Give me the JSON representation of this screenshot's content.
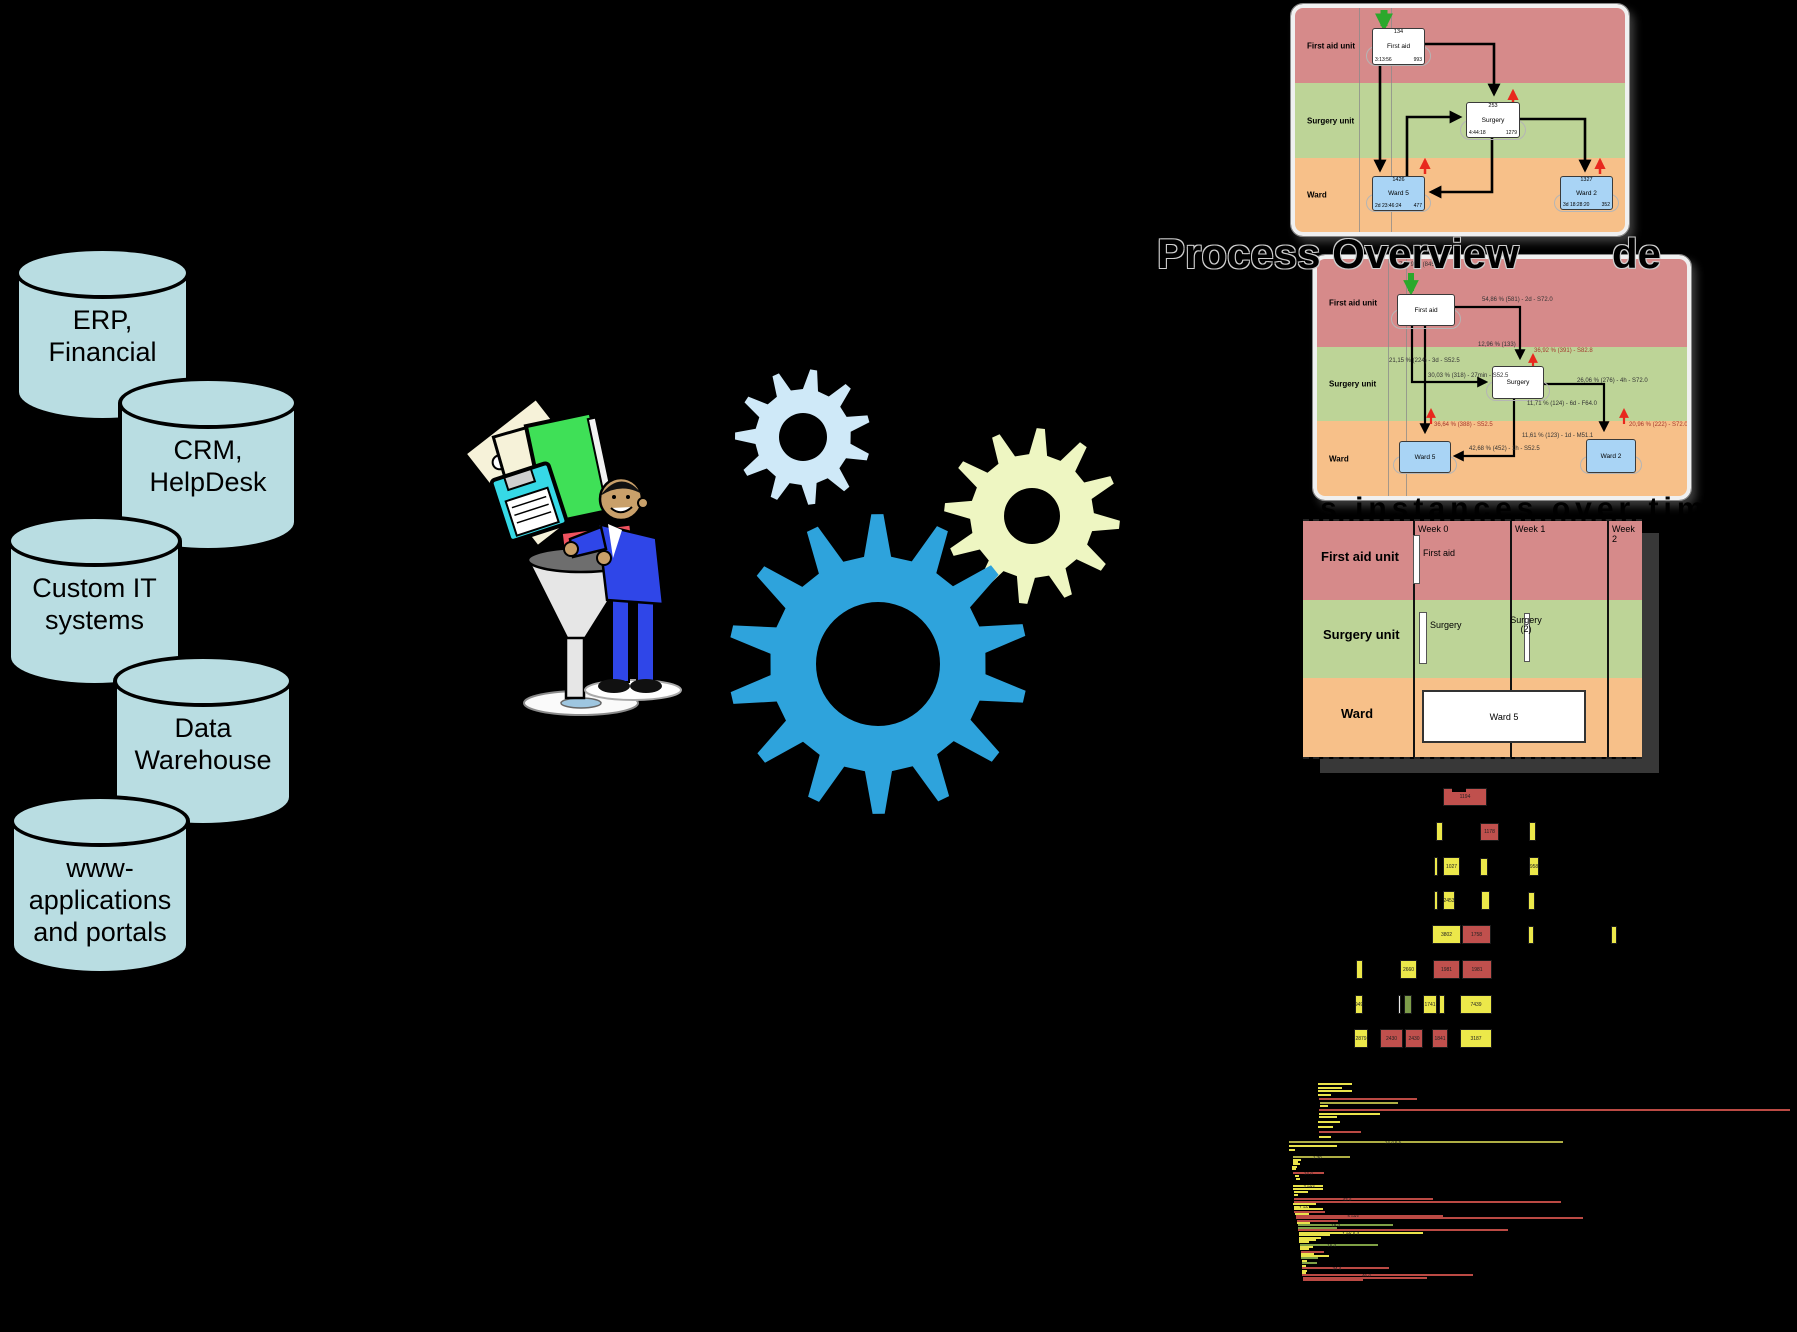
{
  "sources": {
    "databases": [
      {
        "label": "ERP,\nFinancial"
      },
      {
        "label": "CRM,\nHelpDesk"
      },
      {
        "label": "Custom IT\nsystems"
      },
      {
        "label": "Data\nWarehouse"
      },
      {
        "label": "www-\napplications\nand portals"
      }
    ],
    "cylinder_color": "#b9dde2"
  },
  "gears": {
    "colors": {
      "small": "#cfe9f8",
      "medium": "#eef6c2",
      "large": "#2ea3dc"
    }
  },
  "headings": {
    "overview_part1": "Process Overview",
    "overview_part2": "de",
    "timeline": "Process instances over time"
  },
  "panelA": {
    "lanes": [
      "First aid unit",
      "Surgery unit",
      "Ward"
    ],
    "nodes": {
      "first_aid": {
        "count": "134",
        "name": "First aid",
        "duration": "3:13:56",
        "metric": "993"
      },
      "surgery": {
        "count": "253",
        "name": "Surgery",
        "duration": "4:44:18",
        "metric": "1279"
      },
      "ward5": {
        "count": "1426",
        "name": "Ward 5",
        "duration": "2d 23:46:24",
        "metric": "477"
      },
      "ward2": {
        "count": "1327",
        "name": "Ward 2",
        "duration": "3d 18:28:20",
        "metric": "352"
      }
    }
  },
  "panelB": {
    "lanes": [
      "First aid unit",
      "Surgery unit",
      "Ward"
    ],
    "nodes": {
      "first_aid": "First aid",
      "surgery": "Surgery",
      "ward5": "Ward 5",
      "ward2": "Ward 2"
    },
    "labels": {
      "l0": "79,79 % (845)",
      "l1": "54,86 % (581) - 2d - S72.0",
      "l2": "12,96 % (133)",
      "l3": "36,92 % (391) - S82.8",
      "l4": "21,15 % (224) - 3d - S52.5",
      "l5": "30,03 % (318) - 27min - S52.5",
      "l6": "26,06 % (276) - 4h - S72.0",
      "l7": "11,71 % (124) - 6d - F64.0",
      "l8": "36,64 % (388) - S52.5",
      "l9": "20,96 % (222) - S72.0",
      "l10": "11,61 % (123) - 1d - M51.1",
      "l11": "42,68 % (452) - 1h - S52.5"
    }
  },
  "panelC": {
    "lane_labels": [
      "First aid unit",
      "Surgery unit",
      "Ward"
    ],
    "weeks": [
      "Week 0",
      "Week 1",
      "Week 2"
    ],
    "events": {
      "first_aid": "First aid",
      "surgery_1": "Surgery",
      "surgery_2": "Surgery\n(2)",
      "ward_5": "Ward 5"
    }
  },
  "panelD": {
    "colors": {
      "y": "#ece84a",
      "r": "#c0504d",
      "g": "#7d9c4a",
      "w": "#e8e8e8"
    },
    "boxes": [
      [
        1443,
        788,
        44,
        18,
        "r",
        "1194"
      ],
      [
        1436,
        822,
        7,
        19,
        "y",
        ""
      ],
      [
        1480,
        823,
        19,
        18,
        "r",
        "1178"
      ],
      [
        1529,
        822,
        7,
        19,
        "y",
        ""
      ],
      [
        1434,
        857,
        4,
        19,
        "y",
        ""
      ],
      [
        1443,
        857,
        17,
        19,
        "y",
        "1027"
      ],
      [
        1480,
        858,
        8,
        18,
        "y",
        ""
      ],
      [
        1529,
        857,
        10,
        19,
        "y",
        "958"
      ],
      [
        1434,
        891,
        4,
        19,
        "y",
        ""
      ],
      [
        1443,
        891,
        12,
        19,
        "y",
        "2453"
      ],
      [
        1481,
        891,
        9,
        19,
        "y",
        ""
      ],
      [
        1528,
        892,
        7,
        18,
        "y",
        ""
      ],
      [
        1432,
        925,
        29,
        19,
        "y",
        "3802"
      ],
      [
        1462,
        925,
        29,
        19,
        "r",
        "1758"
      ],
      [
        1528,
        926,
        6,
        18,
        "y",
        ""
      ],
      [
        1611,
        926,
        6,
        18,
        "y",
        ""
      ],
      [
        1356,
        960,
        7,
        19,
        "y",
        ""
      ],
      [
        1400,
        960,
        17,
        19,
        "y",
        "2660"
      ],
      [
        1433,
        960,
        27,
        19,
        "r",
        "1981"
      ],
      [
        1462,
        960,
        30,
        19,
        "r",
        "1981"
      ],
      [
        1355,
        995,
        8,
        19,
        "y",
        "949"
      ],
      [
        1398,
        995,
        3,
        19,
        "w",
        ""
      ],
      [
        1404,
        995,
        8,
        19,
        "g",
        ""
      ],
      [
        1423,
        995,
        14,
        19,
        "y",
        "1741"
      ],
      [
        1439,
        995,
        6,
        19,
        "y",
        ""
      ],
      [
        1460,
        995,
        32,
        19,
        "y",
        "7439"
      ],
      [
        1354,
        1029,
        14,
        19,
        "y",
        "2879"
      ],
      [
        1380,
        1029,
        23,
        19,
        "r",
        "2430"
      ],
      [
        1405,
        1029,
        18,
        19,
        "r",
        "2430"
      ],
      [
        1432,
        1029,
        16,
        19,
        "r",
        "1841"
      ],
      [
        1460,
        1029,
        32,
        19,
        "y",
        "3187"
      ]
    ]
  },
  "panelE": {
    "colors": {
      "y": "#e9e34a",
      "r": "#bb4a44",
      "g": "#7fa045",
      "o": "#aeae44"
    },
    "bars": [
      [
        1318,
        1083,
        34,
        "y"
      ],
      [
        1318,
        1087,
        24,
        "y"
      ],
      [
        1318,
        1090,
        34,
        "y"
      ],
      [
        1318,
        1094,
        13,
        "y"
      ],
      [
        1319,
        1098,
        98,
        "r"
      ],
      [
        1320,
        1102,
        78,
        "o"
      ],
      [
        1320,
        1105,
        8,
        "y"
      ],
      [
        1319,
        1109,
        471,
        "r"
      ],
      [
        1319,
        1113,
        61,
        "y"
      ],
      [
        1319,
        1116,
        18,
        "y"
      ],
      [
        1318,
        1121,
        22,
        "y"
      ],
      [
        1318,
        1126,
        15,
        "y"
      ],
      [
        1319,
        1131,
        42,
        "r"
      ],
      [
        1319,
        1136,
        12,
        "y"
      ],
      [
        1289,
        1141,
        274,
        "o",
        "14 d 6 h"
      ],
      [
        1289,
        1145,
        48,
        "y"
      ],
      [
        1289,
        1149,
        6,
        "y"
      ],
      [
        1293,
        1156,
        57,
        "o",
        "1:30"
      ],
      [
        1293,
        1159,
        8,
        "y"
      ],
      [
        1293,
        1161,
        5,
        "y"
      ],
      [
        1293,
        1163,
        7,
        "y"
      ],
      [
        1292,
        1166,
        5,
        "y"
      ],
      [
        1292,
        1168,
        4,
        "y"
      ],
      [
        1293,
        1172,
        31,
        "r",
        "14 d"
      ],
      [
        1295,
        1175,
        4,
        "y"
      ],
      [
        1296,
        1178,
        4,
        "y"
      ],
      [
        1293,
        1185,
        30,
        "y",
        "2 wks"
      ],
      [
        1293,
        1188,
        30,
        "y"
      ],
      [
        1294,
        1191,
        14,
        "y"
      ],
      [
        1294,
        1194,
        4,
        "y"
      ],
      [
        1294,
        1198,
        139,
        "r",
        "43 d"
      ],
      [
        1294,
        1201,
        267,
        "r"
      ],
      [
        1293,
        1203,
        23,
        "y"
      ],
      [
        1294,
        1206,
        15,
        "y",
        "1 wk"
      ],
      [
        1294,
        1208,
        29,
        "y"
      ],
      [
        1294,
        1211,
        31,
        "r"
      ],
      [
        1295,
        1213,
        14,
        "y"
      ],
      [
        1296,
        1215,
        147,
        "r",
        "5 wks"
      ],
      [
        1296,
        1217,
        287,
        "r"
      ],
      [
        1297,
        1220,
        41,
        "r"
      ],
      [
        1297,
        1222,
        13,
        "y"
      ],
      [
        1298,
        1224,
        95,
        "g",
        "19 d"
      ],
      [
        1298,
        1227,
        39,
        "g"
      ],
      [
        1298,
        1229,
        210,
        "r"
      ],
      [
        1299,
        1232,
        124,
        "y",
        "1 wk 6 d"
      ],
      [
        1299,
        1234,
        31,
        "y"
      ],
      [
        1299,
        1237,
        22,
        "y"
      ],
      [
        1299,
        1239,
        17,
        "y"
      ],
      [
        1299,
        1241,
        10,
        "y"
      ],
      [
        1300,
        1244,
        78,
        "g",
        "16 d"
      ],
      [
        1300,
        1246,
        13,
        "y"
      ],
      [
        1300,
        1248,
        9,
        "y"
      ],
      [
        1301,
        1251,
        23,
        "r"
      ],
      [
        1301,
        1253,
        13,
        "y"
      ],
      [
        1301,
        1255,
        28,
        "y"
      ],
      [
        1301,
        1257,
        17,
        "g"
      ],
      [
        1302,
        1260,
        5,
        "y"
      ],
      [
        1302,
        1262,
        15,
        "g"
      ],
      [
        1302,
        1265,
        4,
        "y"
      ],
      [
        1302,
        1267,
        87,
        "r",
        "34 d"
      ],
      [
        1302,
        1270,
        5,
        "y"
      ],
      [
        1302,
        1272,
        4,
        "y"
      ],
      [
        1302,
        1274,
        171,
        "r",
        "46 d"
      ],
      [
        1303,
        1277,
        124,
        "r"
      ],
      [
        1303,
        1279,
        60,
        "r"
      ]
    ]
  }
}
